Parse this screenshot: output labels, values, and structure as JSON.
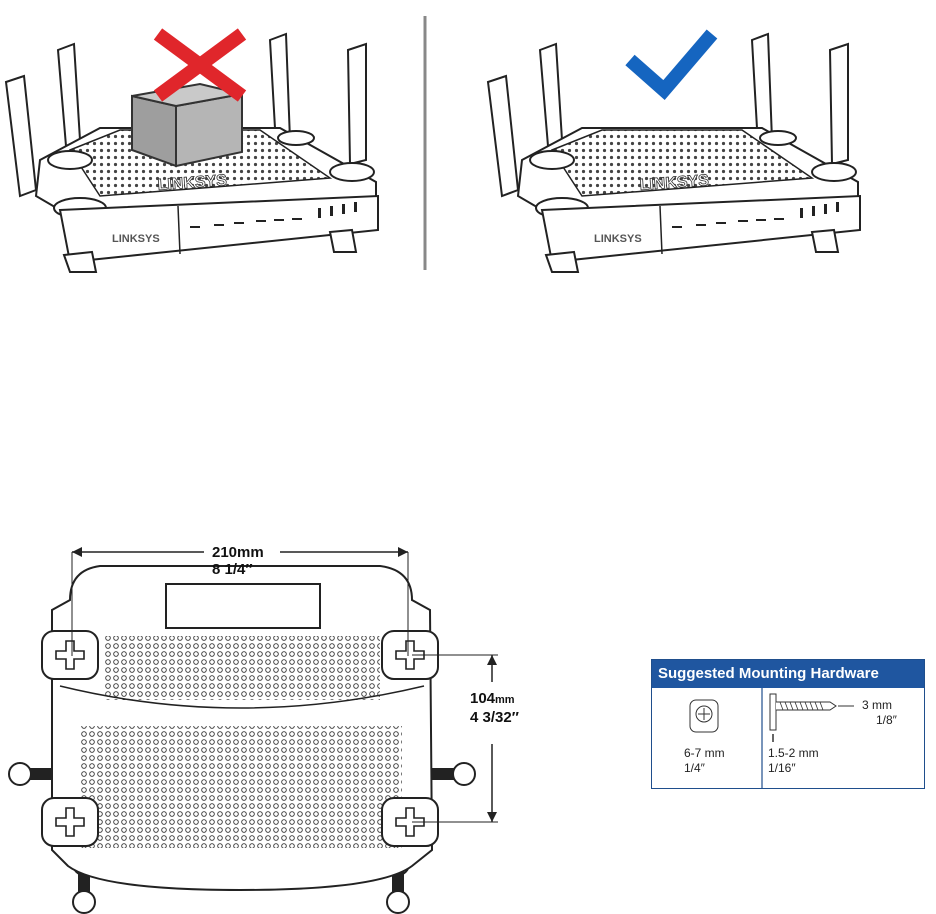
{
  "placement": {
    "left": {
      "mark": "wrong",
      "mark_color": "#e0262b",
      "object": "box-on-router"
    },
    "right": {
      "mark": "correct",
      "mark_color": "#1565c0"
    },
    "brand_top": "LINKSYS",
    "brand_front": "LINKSYS"
  },
  "dimensions": {
    "width_mm": "210mm",
    "width_in": "8 1/4″",
    "height_mm_value": "104",
    "height_mm_unit": "mm",
    "height_in": "4 3/32″"
  },
  "hardware": {
    "title": "Suggested Mounting Hardware",
    "header_color": "#1f56a0",
    "head_mm": "6-7 mm",
    "head_in": "1/4″",
    "shaft_mm": "1.5-2 mm",
    "shaft_in": "1/16″",
    "thread_mm": "3 mm",
    "thread_in": "1/8″"
  }
}
